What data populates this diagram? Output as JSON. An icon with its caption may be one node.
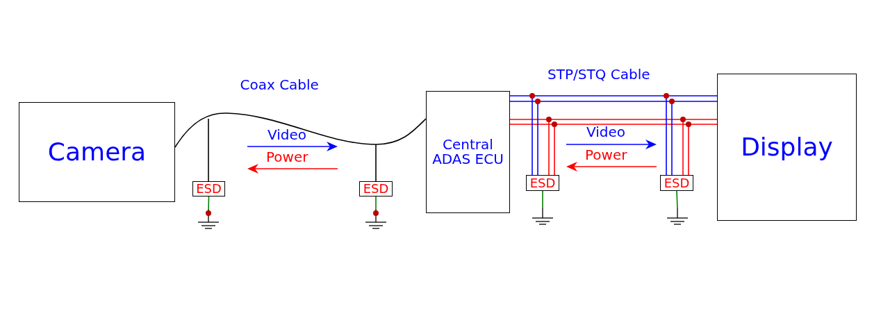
{
  "diagram": {
    "nodes": [
      {
        "text": [
          "Camera"
        ]
      },
      {
        "text": [
          "Central ADAS ECU"
        ]
      },
      {
        "text": [
          "Display"
        ]
      },
      {
        "text": [
          "ESD"
        ]
      },
      {
        "text": [
          "ESD"
        ]
      },
      {
        "text": [
          "ESD"
        ]
      },
      {
        "text": [
          "ESD"
        ]
      },
      {
        "text": [],
        "shape": "ground"
      },
      {
        "text": [],
        "shape": "ground"
      },
      {
        "text": [],
        "shape": "ground"
      },
      {
        "text": [],
        "shape": "ground"
      }
    ],
    "edges": [
      {
        "from": 0,
        "to": 1,
        "arrow": "none",
        "color": "#000000"
      },
      {
        "from": null,
        "to": 3,
        "arrow": "none",
        "color": "#000000"
      },
      {
        "from": null,
        "to": 4,
        "arrow": "none",
        "color": "#000000"
      },
      {
        "from": 1,
        "to": 2,
        "arrow": "none",
        "color": "#0000ff"
      },
      {
        "from": 1,
        "to": 2,
        "arrow": "none",
        "color": "#0000ff"
      },
      {
        "from": 1,
        "to": 2,
        "arrow": "none",
        "color": "#ff0000"
      },
      {
        "from": 1,
        "to": 2,
        "arrow": "none",
        "color": "#ff0000"
      },
      {
        "from": null,
        "to": 5,
        "arrow": "none",
        "color": "#0000ff"
      },
      {
        "from": null,
        "to": 5,
        "arrow": "none",
        "color": "#0000ff"
      },
      {
        "from": null,
        "to": 5,
        "arrow": "none",
        "color": "#ff0000"
      },
      {
        "from": null,
        "to": 5,
        "arrow": "none",
        "color": "#ff0000"
      },
      {
        "from": null,
        "to": 6,
        "arrow": "none",
        "color": "#0000ff"
      },
      {
        "from": null,
        "to": 6,
        "arrow": "none",
        "color": "#0000ff"
      },
      {
        "from": null,
        "to": 6,
        "arrow": "none",
        "color": "#ff0000"
      },
      {
        "from": null,
        "to": 6,
        "arrow": "none",
        "color": "#ff0000"
      },
      {
        "from": 3,
        "to": 7,
        "arrow": "none",
        "color": "#008000"
      },
      {
        "from": 4,
        "to": 8,
        "arrow": "none",
        "color": "#008000"
      },
      {
        "from": 5,
        "to": 9,
        "arrow": "none",
        "color": "#008000"
      },
      {
        "from": 6,
        "to": 10,
        "arrow": "none",
        "color": "#008000"
      }
    ],
    "labels": [
      "Coax Cable",
      "Video",
      "Power",
      "STP/STQ Cable",
      "Video",
      "Power"
    ]
  }
}
